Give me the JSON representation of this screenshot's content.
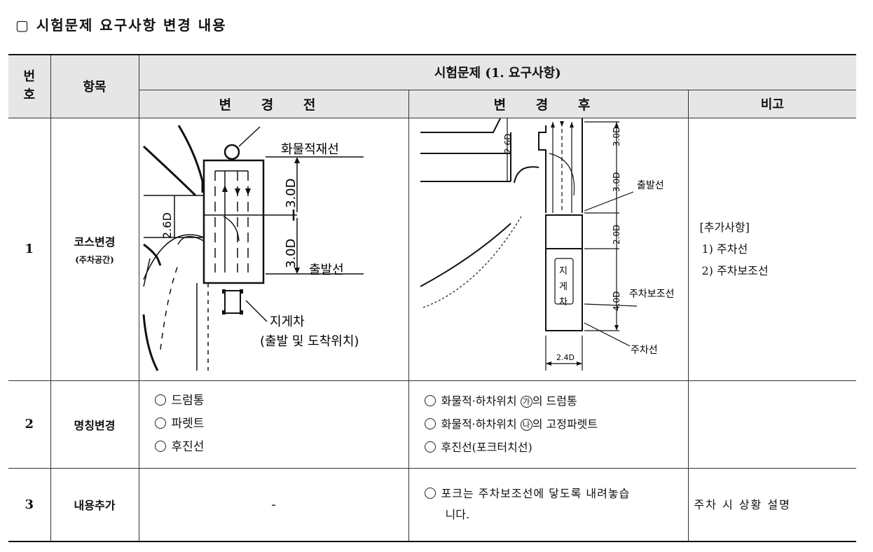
{
  "title": "▢ 시험문제 요구사항 변경 내용",
  "header": {
    "number": "번\n호",
    "number_l1": "번",
    "number_l2": "호",
    "item": "항목",
    "group": "시험문제 (1. 요구사항)",
    "before": "변 경 전",
    "after": "변 경 후",
    "remarks": "비고"
  },
  "rows": [
    {
      "number": "1",
      "item": "코스변경",
      "item_sub": "(주차공간)",
      "before_diagram": {
        "labels": {
          "loading_line": "화물적재선",
          "dim_3d_top": "3.0D",
          "dim_3d_bottom": "3.0D",
          "dim_26d": "2.6D",
          "start_line": "출발선",
          "forklift": "지게차",
          "forklift_sub": "(출발 및 도착위치)"
        }
      },
      "after_diagram": {
        "labels": {
          "dim_26d": "2.6D",
          "dim_3d_a": "3.0D",
          "dim_3d_b": "3.0D",
          "start_line": "출발선",
          "dim_2d": "2.0D",
          "forklift_c1": "지",
          "forklift_c2": "게",
          "forklift_c3": "차",
          "aux_line": "주차보조선",
          "dim_4d": "4.0D",
          "parking_line": "주차선",
          "dim_24d": "2.4D"
        }
      },
      "remarks": [
        "[추가사항]",
        "1) 주차선",
        "2) 주차보조선"
      ]
    },
    {
      "number": "2",
      "item": "명칭변경",
      "before": [
        "드럼통",
        "파렛트",
        "후진선"
      ],
      "after": [
        {
          "pre": "화물적·하차위치 ",
          "mark": "가",
          "post": "의 드럼통"
        },
        {
          "pre": "화물적·하차위치 ",
          "mark": "나",
          "post": "의 고정파렛트"
        },
        {
          "pre": "후진선(포크터치선)",
          "mark": "",
          "post": ""
        }
      ],
      "remarks": ""
    },
    {
      "number": "3",
      "item": "내용추가",
      "before": "-",
      "after_l1": "포크는 주차보조선에 닿도록 내려놓습",
      "after_l2": "니다.",
      "remarks": "주차 시 상황 설명"
    }
  ]
}
